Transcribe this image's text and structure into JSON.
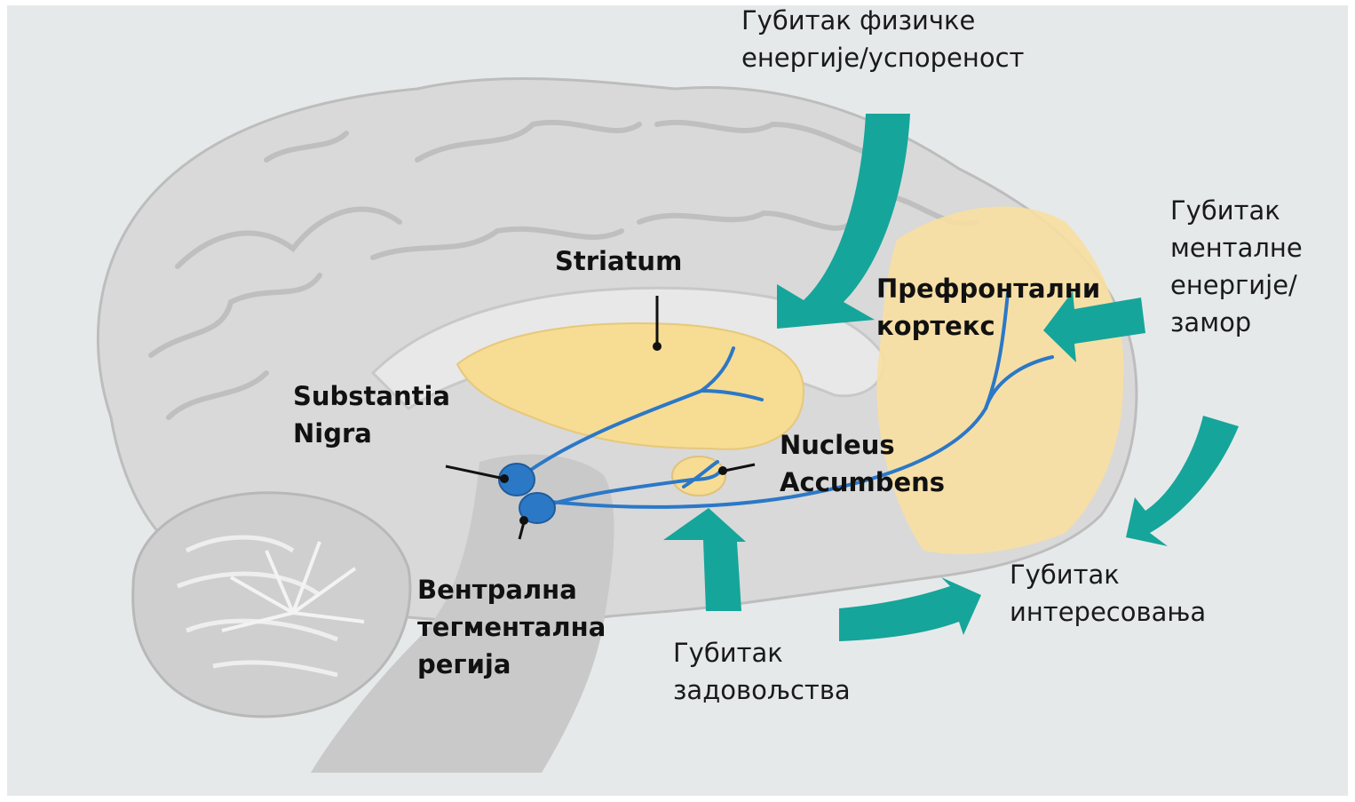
{
  "labels": {
    "striatum": "Striatum",
    "prefrontal": [
      "Префронтални",
      "кортекс"
    ],
    "substantia": [
      "Substantia",
      "Nigra"
    ],
    "nucleus": [
      "Nucleus",
      "Accumbens"
    ],
    "vta": [
      "Вентрална",
      "тегментална",
      "регија"
    ]
  },
  "symptoms": {
    "physical": [
      "Губитак физичке",
      "енергије/успореност"
    ],
    "mental": [
      "Губитак",
      "менталне",
      "енергије/",
      "замор"
    ],
    "interest": [
      "Губитак",
      "интересовања"
    ],
    "pleasure": [
      "Губитак",
      "задовољства"
    ]
  },
  "colors": {
    "background": "#e6e9ea",
    "brain": "#d9d9d9",
    "striatum": "#f7dc94",
    "prefrontal": "#f8dfa0",
    "pathway": "#2b78c7",
    "arrow": "#16a59a"
  }
}
